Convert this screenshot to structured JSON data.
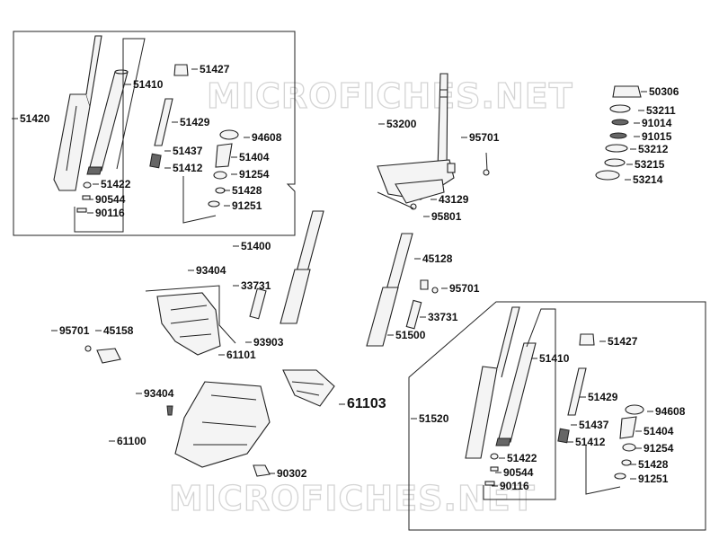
{
  "watermark": {
    "top": "MICROFICHES.NET",
    "bottom": "MICROFICHES.NET"
  },
  "callouts": {
    "c51427a": "51427",
    "c51410a": "51410",
    "c51420": "51420",
    "c51429a": "51429",
    "c94608a": "94608",
    "c51437a": "51437",
    "c51404a": "51404",
    "c51412a": "51412",
    "c91254a": "91254",
    "c51422a": "51422",
    "c51428a": "51428",
    "c90544a": "90544",
    "c91251a": "91251",
    "c90116a": "90116",
    "c53200": "53200",
    "c95701a": "95701",
    "c43129": "43129",
    "c95801": "95801",
    "c50306": "50306",
    "c53211": "53211",
    "c91014": "91014",
    "c91015": "91015",
    "c53212": "53212",
    "c53215": "53215",
    "c53214": "53214",
    "c51400": "51400",
    "c93404a": "93404",
    "c33731a": "33731",
    "c45128": "45128",
    "c95701b": "95701",
    "c33731b": "33731",
    "c51500": "51500",
    "c95701c": "95701",
    "c45158": "45158",
    "c93903": "93903",
    "c61101": "61101",
    "c61103": "61103",
    "c93404b": "93404",
    "c61100": "61100",
    "c90302": "90302",
    "c51427b": "51427",
    "c51410b": "51410",
    "c51429b": "51429",
    "c94608b": "94608",
    "c51520": "51520",
    "c51437b": "51437",
    "c51404b": "51404",
    "c51412b": "51412",
    "c91254b": "91254",
    "c51422b": "51422",
    "c51428b": "51428",
    "c90544b": "90544",
    "c91251b": "91251",
    "c90116b": "90116"
  }
}
